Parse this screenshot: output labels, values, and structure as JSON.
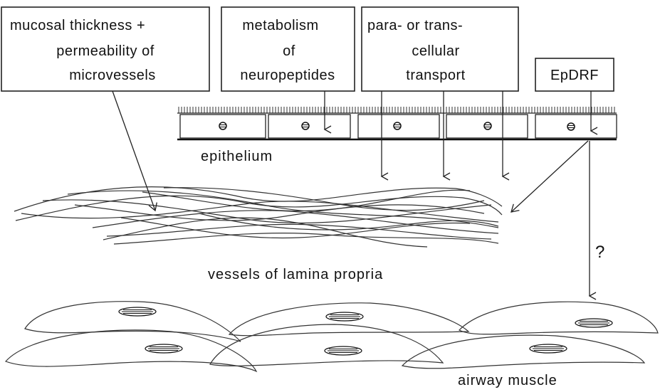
{
  "boxes": {
    "mucosal": {
      "line1": "mucosal thickness +",
      "line2": "permeability of",
      "line3": "microvessels"
    },
    "metabolism": {
      "line1": "metabolism",
      "line2": "of",
      "line3": "neuropeptides"
    },
    "transport": {
      "line1": "para- or trans-",
      "line2": "cellular",
      "line3": "transport"
    },
    "epdrf": {
      "label": "EpDRF"
    }
  },
  "labels": {
    "epithelium": "epithelium",
    "vessels": "vessels of lamina propria",
    "muscle": "airway muscle",
    "question": "?"
  }
}
